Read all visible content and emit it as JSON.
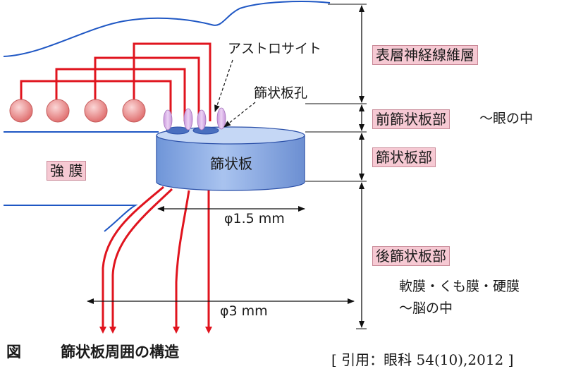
{
  "labels": {
    "astrocyte": "アストロサイト",
    "lamina_pore": "篩状板孔",
    "lamina_disc": "篩状板",
    "sclera": "強 膜",
    "dia_small": "φ1.5 mm",
    "dia_large": "φ3 mm"
  },
  "regions": {
    "surface_nerve_fiber_layer": "表層神経線維層",
    "prelaminar": "前篩状板部",
    "prelaminar_note": "～眼の中",
    "laminar": "篩状板部",
    "retrolaminar": "後篩状板部",
    "retrolaminar_note_1": "軟膜・くも膜・硬膜",
    "retrolaminar_note_2": "～脳の中"
  },
  "caption": {
    "figure": "図",
    "title": "篩状板周囲の構造",
    "citation": "[ 引用：眼科 54(10),2012 ]"
  },
  "colors": {
    "axon_red": "#e0141e",
    "outline_blue": "#1f57c4",
    "cylinder_blue": "#7fa3e0",
    "label_pink": "#f6c9d3",
    "astrocyte_purple": "#d3a6e2",
    "soma_pink": "#e58a8a"
  }
}
